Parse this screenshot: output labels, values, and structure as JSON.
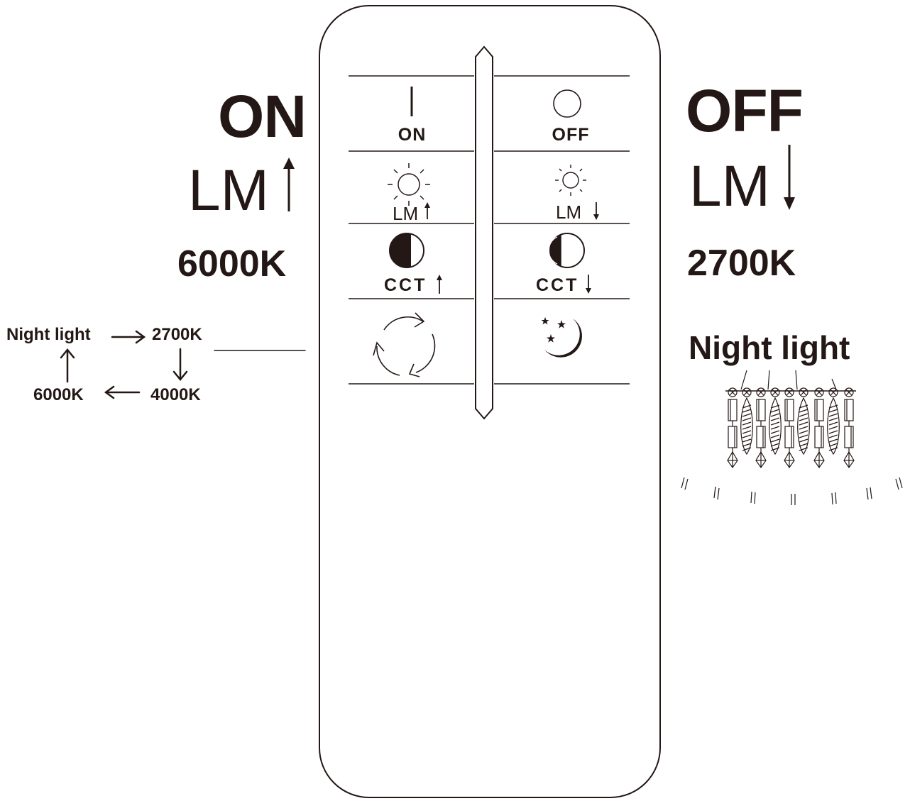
{
  "left_panel": {
    "on_label": "ON",
    "lm_up_label": "LM",
    "cct_label": "6000K",
    "cycle": {
      "night_light": "Night light",
      "k2700": "2700K",
      "k4000": "4000K",
      "k6000": "6000K"
    }
  },
  "right_panel": {
    "off_label": "OFF",
    "lm_down_label": "LM",
    "cct_label": "2700K",
    "night_light_label": "Night light"
  },
  "remote": {
    "buttons": {
      "on": {
        "label": "ON",
        "icon": "power-on-icon"
      },
      "off": {
        "label": "OFF",
        "icon": "power-off-icon"
      },
      "lm_up": {
        "label": "LM",
        "icon": "sun-icon"
      },
      "lm_down": {
        "label": "LM",
        "icon": "sun-small-icon"
      },
      "cct_up": {
        "label": "CCT",
        "icon": "half-circle-filled-icon"
      },
      "cct_down": {
        "label": "CCT",
        "icon": "half-circle-outline-icon"
      },
      "cycle": {
        "icon": "cycle-arrows-icon"
      },
      "night": {
        "icon": "moon-stars-icon"
      }
    }
  },
  "colors": {
    "ink": "#231815",
    "background": "#ffffff"
  }
}
